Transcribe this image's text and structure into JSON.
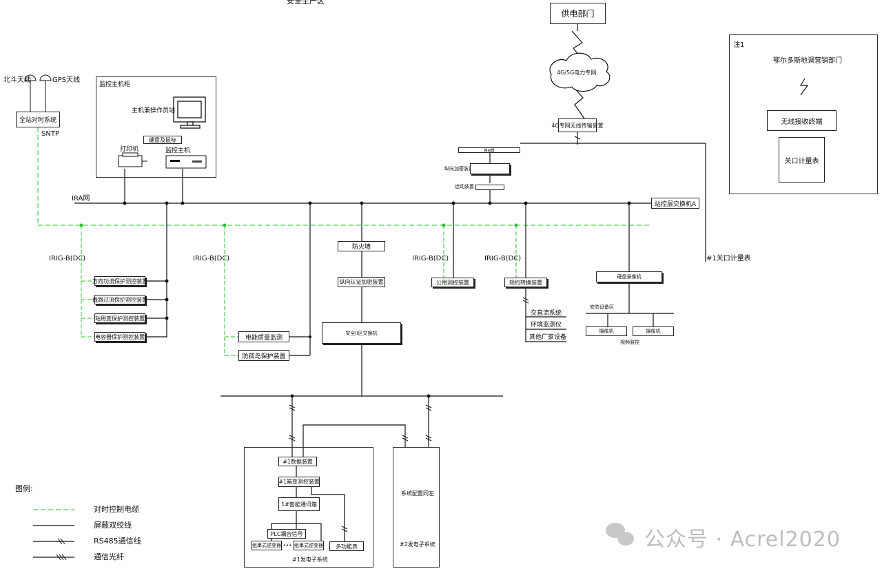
{
  "title": "安全生产区",
  "supply": {
    "dept": "供电部门",
    "cloud": "4G/5G电力专网",
    "wireless": "4G专网无线传输装置"
  },
  "note": {
    "tag": "注1",
    "dept": "鄂尔多斯地调营销部门",
    "terminal": "无线接收终端",
    "meter": "关口计量表"
  },
  "antenna": {
    "beidou": "北斗天线",
    "gps": "GPS天线",
    "timing": "全站对时系统",
    "sntp": "SNTP"
  },
  "cabinet": {
    "title": "监控主机柜",
    "workstation": "主机兼操作员站",
    "keyboard": "键盘及鼠标",
    "printer": "打印机",
    "host": "监控主机"
  },
  "network": {
    "ira": "IRA网",
    "switch_a": "站控层交换机A",
    "irig1": "IRIG-B(DC)",
    "irig2": "IRIG-B(DC)",
    "irig3": "IRIG-B(DC)",
    "irig4": "IRIG-B(DC)"
  },
  "protection": [
    "方向功流保护测控装置",
    "线路过流保护测控装置",
    "站用变保护测控装置",
    "电容器保护测控装置"
  ],
  "power_quality": [
    "电能质量监测",
    "防孤岛保护装置"
  ],
  "mid": {
    "firewall": "防火墙",
    "auth": "纵向认证加密装置",
    "switch_box": "安全II区交换机"
  },
  "devices": {
    "public_meas": "公用测控装置",
    "protocol_conv": "规约转换装置",
    "ac_dc": "交直流系统",
    "env": "环境监测仪",
    "other": "其他厂家设备"
  },
  "router": {
    "label": "安防设备区",
    "dvr": "硬盘录像机",
    "cam1": "摄像机",
    "cam2": "摄像机",
    "area": "视频监控"
  },
  "right_small": {
    "t1": "路由器",
    "t2": "纵向加密装置",
    "t3": "远动装置"
  },
  "meter_link": "#1关口计量表",
  "pv1": {
    "forwarder": "#1数据装置",
    "box_meas": "#1箱变测控装置",
    "comm": "1#智能通讯箱",
    "plc": "PLC耦合信号",
    "inv_a": "组串式逆变器",
    "inv_dots": "•••",
    "inv_b": "组串式逆变器",
    "env": "多功能表",
    "sys": "#1发电子系统"
  },
  "pv2": {
    "title": "系统配置同左",
    "sys": "#2发电子系统"
  },
  "legend": {
    "heading": "图例:",
    "items": [
      "对时控制电缆",
      "屏蔽双绞线",
      "RS485通信线",
      "通信光纤"
    ]
  },
  "watermark": "公众号 · Acrel2020"
}
